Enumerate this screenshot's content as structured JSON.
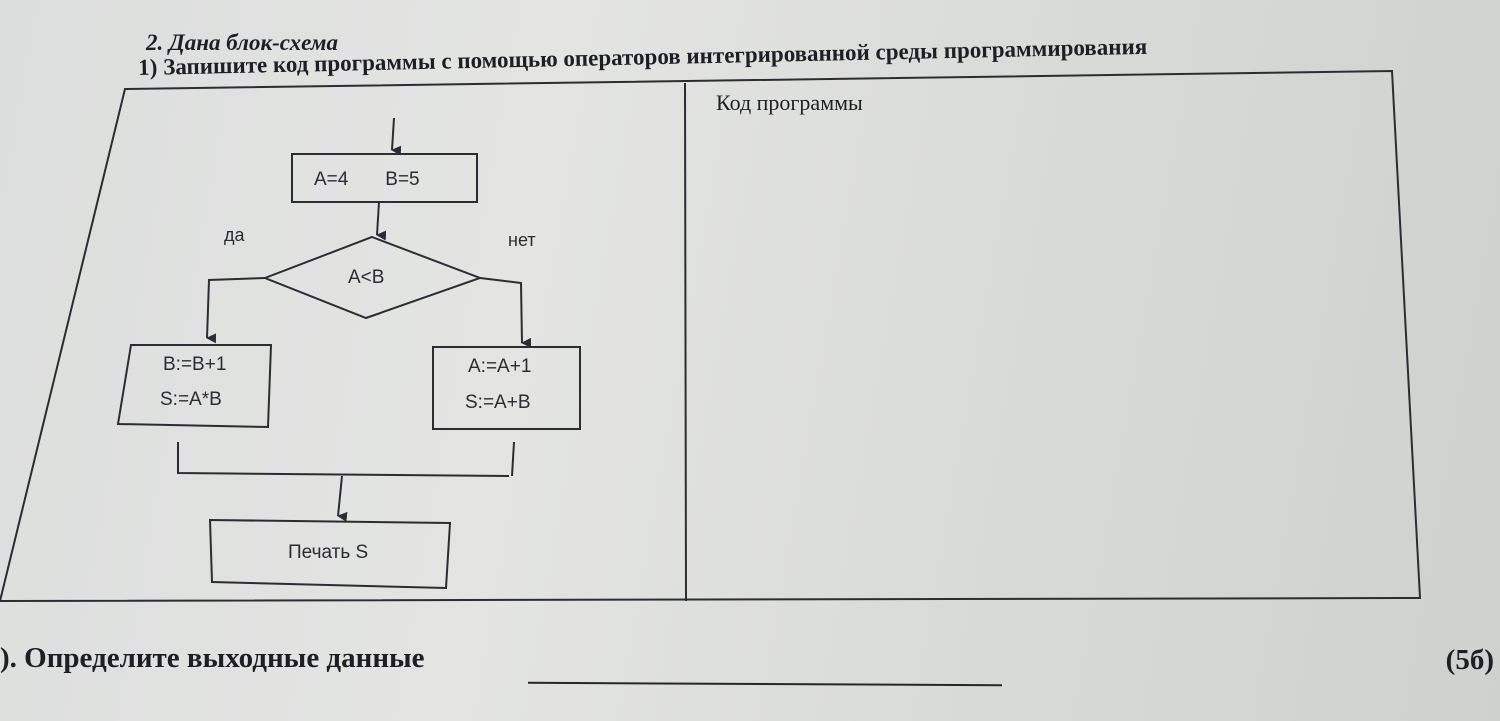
{
  "task": {
    "heading": "2. Дана блок-схема",
    "instruction": "1) Запишите код программы с помощью операторов интегрированной среды программирования",
    "code_column_label": "Код программы",
    "output_question": "). Определите выходные данные",
    "points": "(5б)"
  },
  "flowchart": {
    "init": "A=4       B=5",
    "condition": "A<B",
    "yes_label": "да",
    "no_label": "нет",
    "yes_branch": [
      "B:=B+1",
      "S:=A*B"
    ],
    "no_branch": [
      "A:=A+1",
      "S:=A+B"
    ],
    "output": "Печать S"
  }
}
